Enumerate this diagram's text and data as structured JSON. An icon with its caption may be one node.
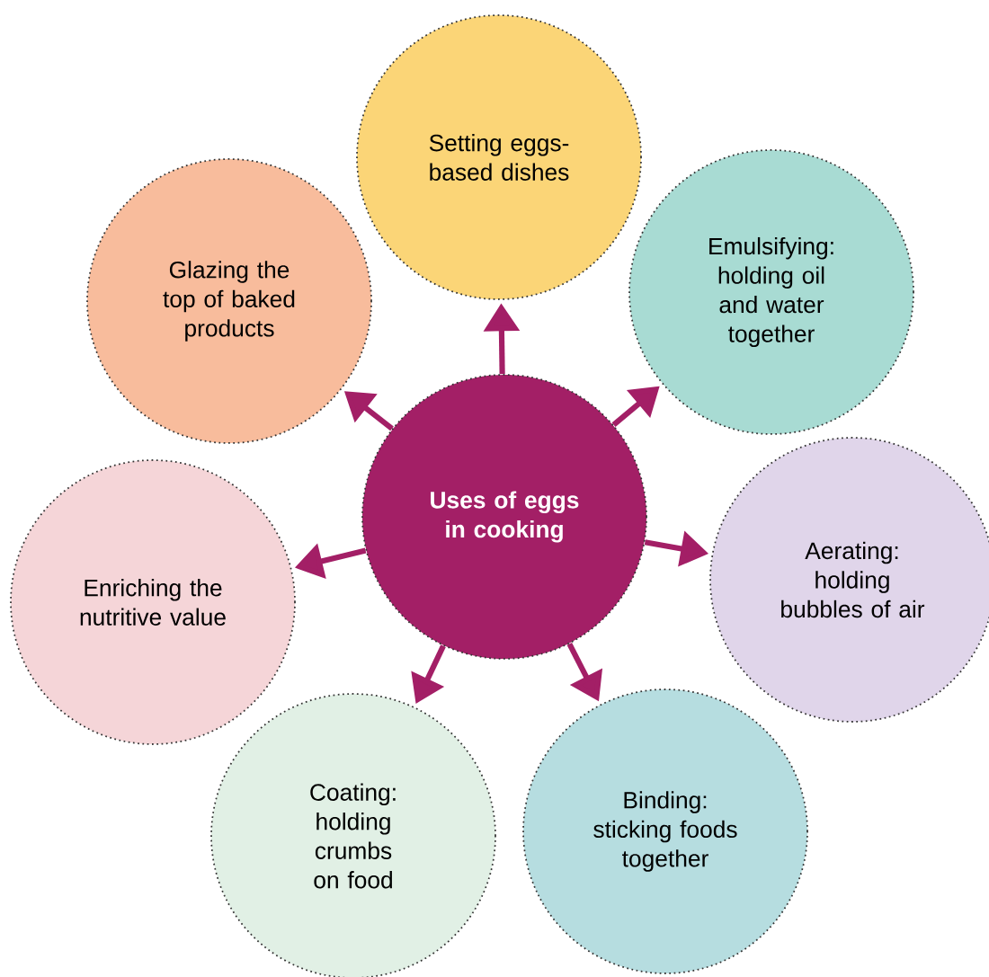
{
  "diagram": {
    "nodes": [
      {
        "text": [
          "Uses of eggs in cooking"
        ]
      },
      {
        "text": [
          "Setting eggs-based dishes"
        ]
      },
      {
        "text": [
          "Emulsifying: holding oil and water together"
        ]
      },
      {
        "text": [
          "Aerating: holding bubbles of air"
        ]
      },
      {
        "text": [
          "Binding: sticking foods together"
        ]
      },
      {
        "text": [
          "Coating: holding crumbs on food"
        ]
      },
      {
        "text": [
          "Enriching the nutritive value"
        ]
      },
      {
        "text": [
          "Glazing the top of baked products"
        ]
      }
    ],
    "edges": [
      {
        "from": 0,
        "to": 1,
        "arrow": "to"
      },
      {
        "from": 0,
        "to": 2,
        "arrow": "to"
      },
      {
        "from": 0,
        "to": 3,
        "arrow": "to"
      },
      {
        "from": 0,
        "to": 4,
        "arrow": "to"
      },
      {
        "from": 0,
        "to": 5,
        "arrow": "to"
      },
      {
        "from": 0,
        "to": 6,
        "arrow": "to"
      },
      {
        "from": 0,
        "to": 7,
        "arrow": "to"
      }
    ]
  }
}
